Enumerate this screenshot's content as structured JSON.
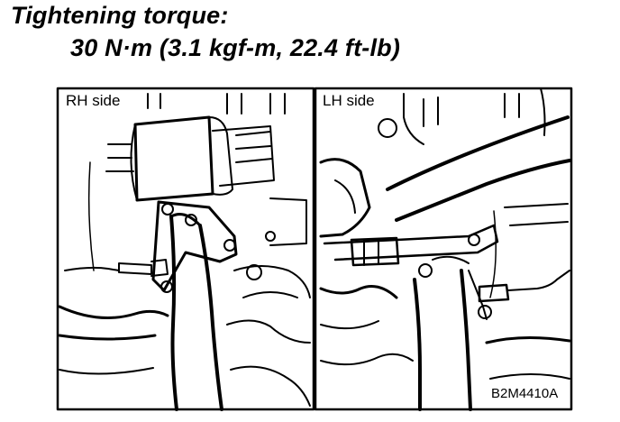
{
  "header": {
    "title": "Tightening torque:",
    "value": "30 N·m (3.1 kgf-m, 22.4 ft-lb)"
  },
  "figure": {
    "panels": [
      {
        "label": "RH side"
      },
      {
        "label": "LH side"
      }
    ],
    "code": "B2M4410A"
  }
}
